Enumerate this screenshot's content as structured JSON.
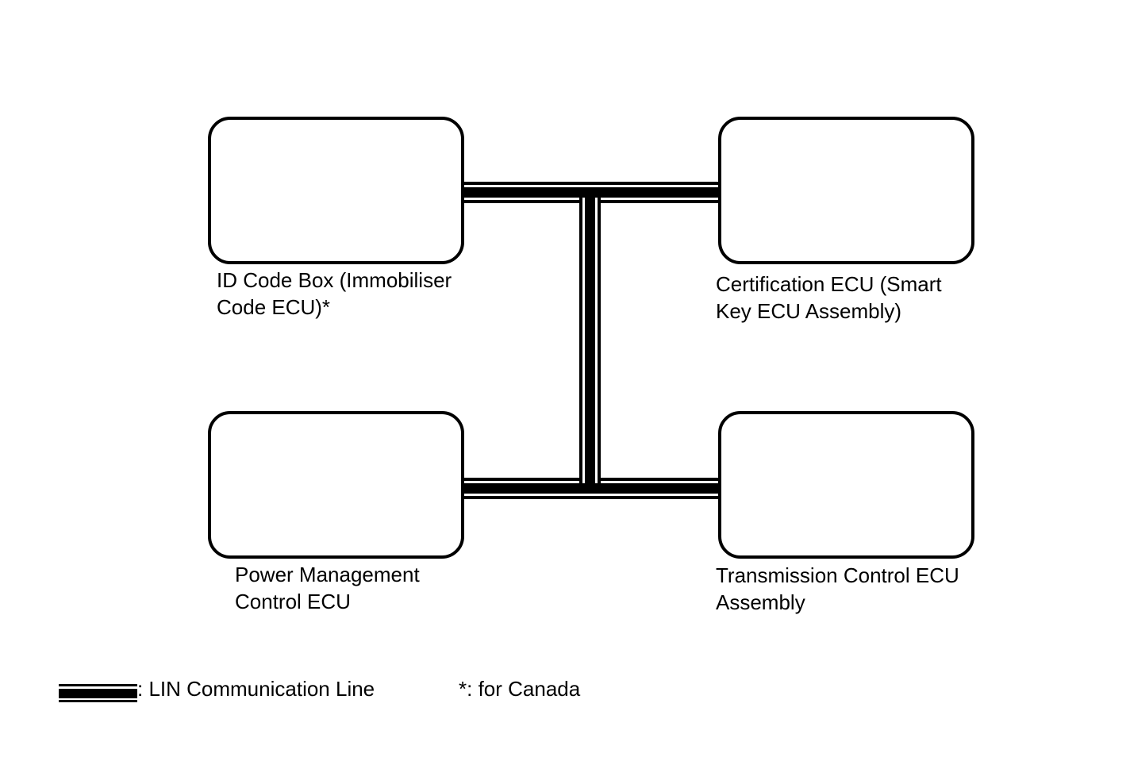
{
  "diagram": {
    "kind": "ECU communication diagram",
    "colors": {
      "background": "#ffffff",
      "line": "#000000"
    },
    "nodes": [
      {
        "id": "id-code-box",
        "lines": [
          "ID Code Box (Immobiliser",
          "Code ECU)*"
        ]
      },
      {
        "id": "certification-ecu",
        "lines": [
          "Certification ECU (Smart",
          "Key ECU Assembly)"
        ]
      },
      {
        "id": "power-management-ecu",
        "lines": [
          "Power Management",
          "Control ECU"
        ]
      },
      {
        "id": "transmission-ecu",
        "lines": [
          "Transmission Control ECU",
          "Assembly"
        ]
      }
    ],
    "connections": {
      "bus_type": "LIN Communication Line",
      "edges": [
        {
          "from": "id-code-box",
          "to": "certification-ecu"
        },
        {
          "from": "power-management-ecu",
          "to": "transmission-ecu"
        },
        {
          "from": "top-bus-segment",
          "to": "bottom-bus-segment"
        }
      ]
    },
    "legend": {
      "lin_label": ": LIN Communication Line",
      "canada_note": "*: for Canada"
    }
  }
}
